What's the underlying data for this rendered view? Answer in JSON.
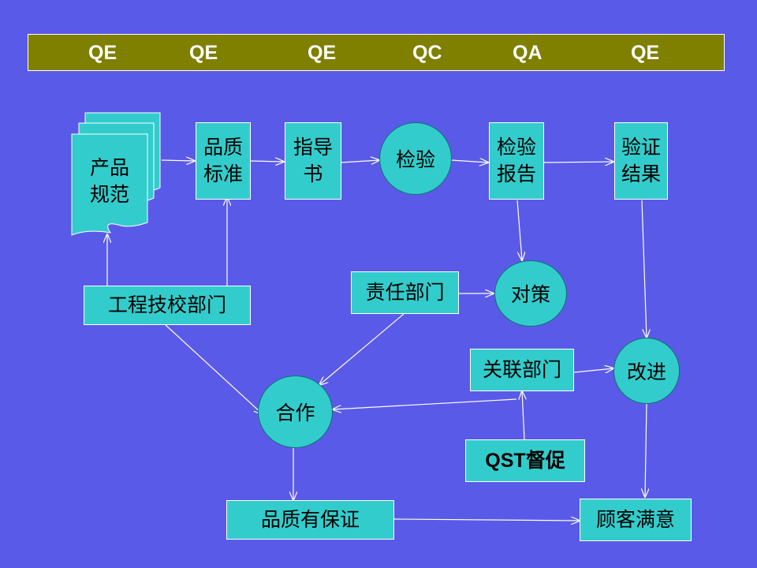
{
  "colors": {
    "background": "#5a5ae8",
    "node_fill": "#33cccc",
    "banner_fill": "#7f7f00",
    "line": "#ffffff"
  },
  "roles": [
    "QE",
    "QE",
    "QE",
    "QC",
    "QA",
    "QE"
  ],
  "nodes": {
    "product_spec": "产品\n规范",
    "quality_standard": "品质\n标准",
    "instruction_book": "指导\n书",
    "inspection": "检验",
    "inspection_report": "检验\n报告",
    "verification_result": "验证\n结果",
    "engineering_dept": "工程技校部门",
    "responsible_dept": "责任部门",
    "countermeasure": "对策",
    "related_dept": "关联部门",
    "improvement": "改进",
    "cooperation": "合作",
    "qst_prefix": "QST",
    "qst_suffix": "督促",
    "quality_assured": "品质有保证",
    "customer_satisfaction": "顾客满意"
  }
}
